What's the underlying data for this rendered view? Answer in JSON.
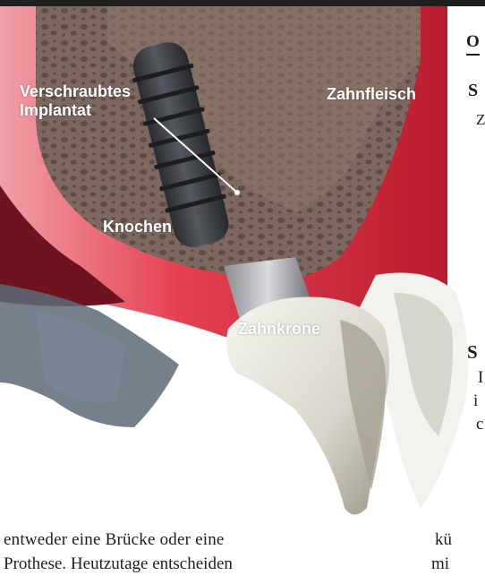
{
  "labels": {
    "implant_line1": "Verschraubtes",
    "implant_line2": "Implantat",
    "gum": "Zahnfleisch",
    "bone": "Knochen",
    "crown": "Zahnkrone"
  },
  "side_column": {
    "heading": "O",
    "sub1": "S",
    "z": "Z",
    "s2": "S",
    "l1": "I",
    "l2": "i",
    "l3": "c"
  },
  "body_text": {
    "line1": "entweder eine Brücke oder eine",
    "line2": "Prothese. Heutzutage entscheiden",
    "line3": "",
    "right1": "kü",
    "right2": "mi"
  },
  "colors": {
    "gum": "#e0304a",
    "bone": "#8a7468",
    "implant": "#3a3c40",
    "crown": "#e8e8e2"
  }
}
